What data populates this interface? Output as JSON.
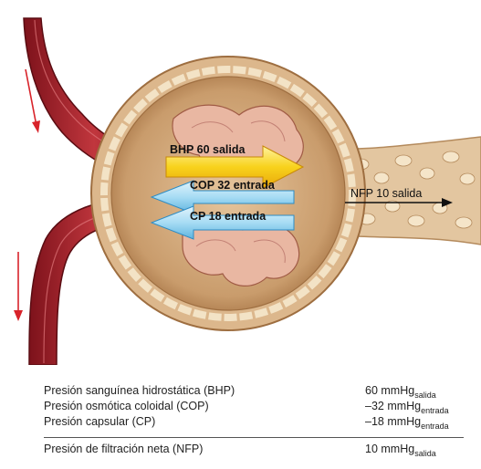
{
  "arrows": {
    "bhp": "BHP 60 salida",
    "cop": "COP 32 entrada",
    "cp": "CP   18 entrada",
    "nfp": "NFP 10 salida"
  },
  "rows": [
    {
      "name": "Presión sanguínea hidrostática (BHP)",
      "value": "60 mmHg",
      "sub": "salida"
    },
    {
      "name": "Presión osmótica coloidal (COP)",
      "value": "–32 mmHg",
      "sub": "entrada"
    },
    {
      "name": "Presión capsular (CP)",
      "value": "–18 mmHg",
      "sub": "entrada"
    }
  ],
  "total": {
    "name": "Presión de filtración neta (NFP)",
    "value": "10 mmHg",
    "sub": "salida"
  },
  "colors": {
    "vessel": "#a5232b",
    "capsule": "#d9b48a",
    "bhp_arrow": "#f7d21a",
    "pressure_arrows": "#7fc7ea"
  }
}
